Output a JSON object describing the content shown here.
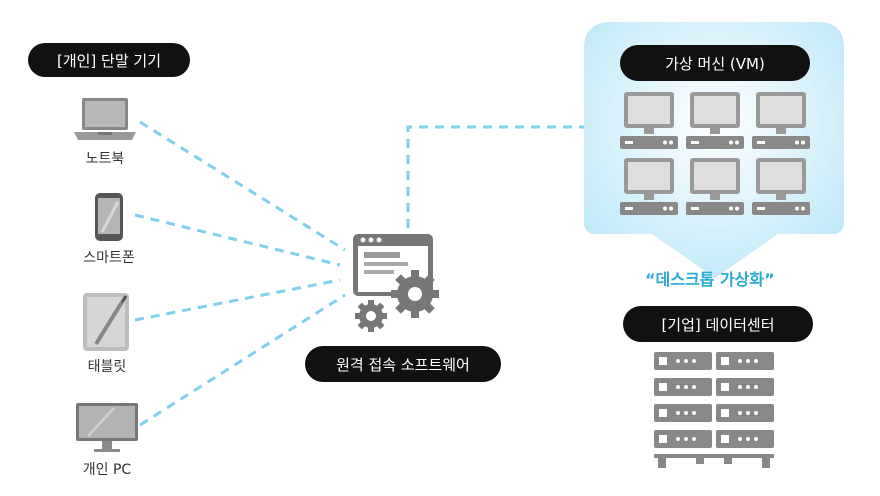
{
  "devices_title": "[개인] 단말 기기",
  "devices": [
    {
      "label": "노트북",
      "icon": "laptop-icon"
    },
    {
      "label": "스마트폰",
      "icon": "smartphone-icon"
    },
    {
      "label": "태블릿",
      "icon": "tablet-icon"
    },
    {
      "label": "개인 PC",
      "icon": "desktop-pc-icon"
    }
  ],
  "software_label": "원격 접속 소프트웨어",
  "vm_title": "가상 머신 (VM)",
  "virtualization_label": "“데스크톱 가상화”",
  "datacenter_title": "[기업] 데이터센터",
  "colors": {
    "accent": "#2aa9d8",
    "bubble": "#bfe8f8",
    "dark": "#111111",
    "icon_gray": "#7a7a7a"
  }
}
